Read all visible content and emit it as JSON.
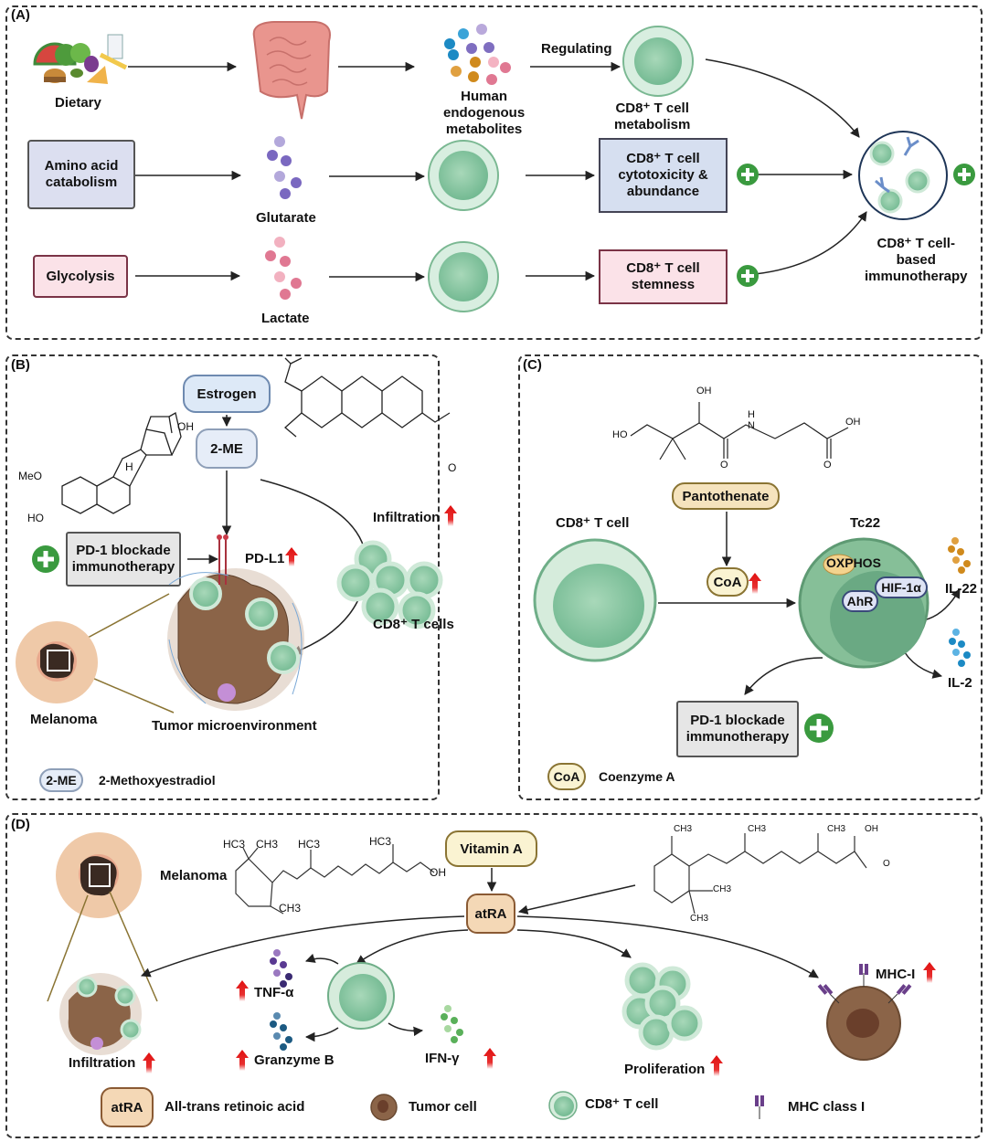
{
  "panel_a": {
    "label": "(A)",
    "dietary": "Dietary",
    "human_metabolites": [
      "Human",
      "endogenous",
      "metabolites"
    ],
    "regulating": "Regulating",
    "cd8_metabolism": [
      "CD8⁺ T cell",
      "metabolism"
    ],
    "amino_acid": [
      "Amino acid",
      "catabolism"
    ],
    "glutarate": "Glutarate",
    "cytotoxicity": [
      "CD8⁺ T cell",
      "cytotoxicity &",
      "abundance"
    ],
    "glycolysis": "Glycolysis",
    "lactate": "Lactate",
    "stemness": [
      "CD8⁺ T cell",
      "stemness"
    ],
    "immunotherapy": [
      "CD8⁺ T cell-",
      "based",
      "immunotherapy"
    ],
    "colors": {
      "blue_box": "#d9deef",
      "pink_box": "#fbe2e8",
      "cytox_box": "#d6dff0",
      "plus": "#3a9a3f",
      "cell": "#9fd3b2"
    }
  },
  "panel_b": {
    "label": "(B)",
    "estrogen": "Estrogen",
    "two_me": "2-ME",
    "pd1": [
      "PD-1 blockade",
      "immunotherapy"
    ],
    "pdl1": "PD-L1",
    "infiltration": "Infiltration",
    "cd8_cells": "CD8⁺ T cells",
    "melanoma": "Melanoma",
    "tme": "Tumor microenvironment",
    "legend_abbr": "2-ME",
    "legend_full": "2-Methoxyestradiol",
    "chem_labels": {
      "meo": "MeO",
      "ho": "HO",
      "oh": "OH",
      "h": "H",
      "o": "O"
    }
  },
  "panel_c": {
    "label": "(C)",
    "pantothenate": "Pantothenate",
    "coa": "CoA",
    "cd8_cell": "CD8⁺ T cell",
    "tc22": "Tc22",
    "oxphos": "OXPHOS",
    "hif": "HIF-1α",
    "ahr": "AhR",
    "il22": "IL-22",
    "il2": "IL-2",
    "pd1": [
      "PD-1 blockade",
      "immunotherapy"
    ],
    "legend_abbr": "CoA",
    "legend_full": "Coenzyme A",
    "chem_labels": {
      "ho": "HO",
      "oh": "OH",
      "h": "H",
      "n": "N",
      "o": "O"
    }
  },
  "panel_d": {
    "label": "(D)",
    "melanoma": "Melanoma",
    "vitamin_a": "Vitamin A",
    "atra": "atRA",
    "tnf": "TNF-α",
    "granzyme": "Granzyme B",
    "ifn": "IFN-γ",
    "infiltration": "Infiltration",
    "proliferation": "Proliferation",
    "mhc": "MHC-I",
    "legend": [
      {
        "abbr": "atRA",
        "label": "All-trans retinoic acid"
      },
      {
        "label": "Tumor cell"
      },
      {
        "label": "CD8⁺ T cell"
      },
      {
        "label": "MHC class I"
      }
    ],
    "chem_labels": {
      "hc3": "HC3",
      "ch3": "CH3",
      "oh": "OH",
      "o": "O"
    }
  }
}
